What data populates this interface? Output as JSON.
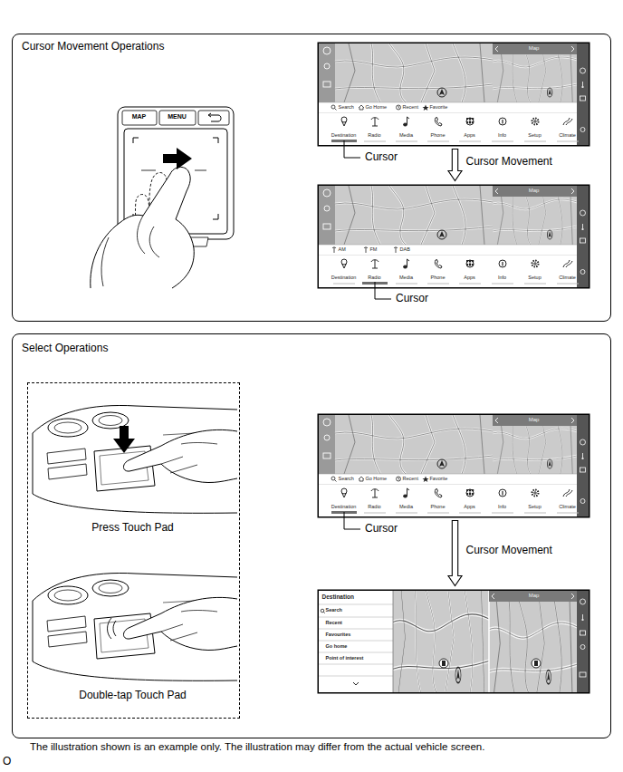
{
  "diagram": {
    "caption": "The illustration shown is an example only. The illustration may differ from the actual vehicle screen.",
    "nodes": [
      {
        "text": [
          "Cursor Movement Operations"
        ]
      },
      {
        "text": [
          "MAP",
          "MENU"
        ],
        "in": 0
      },
      {
        "text": [
          "Search",
          "Go Home",
          "Recent",
          "Favorite",
          "Destination",
          "Radio",
          "Media",
          "Phone",
          "Apps",
          "Info",
          "Setup",
          "Climate",
          "Map"
        ],
        "in": 0
      },
      {
        "text": [
          "AM",
          "FM",
          "DAB",
          "Destination",
          "Radio",
          "Media",
          "Phone",
          "Apps",
          "Info",
          "Setup",
          "Climate",
          "Map"
        ],
        "in": 0
      },
      {
        "text": [
          "Select Operations"
        ]
      },
      {
        "text": [
          "Press Touch Pad",
          "Double-tap Touch Pad"
        ],
        "in": 4
      },
      {
        "text": [
          "Search",
          "Go Home",
          "Recent",
          "Favorite",
          "Destination",
          "Radio",
          "Media",
          "Phone",
          "Apps",
          "Info",
          "Setup",
          "Climate",
          "Map"
        ],
        "in": 4
      },
      {
        "text": [
          "Destination",
          "Search",
          "Recent",
          "Favourites",
          "Go home",
          "Point of interest",
          "Map"
        ],
        "in": 4
      }
    ],
    "edges": [
      {
        "from": 2,
        "to": 3,
        "arrow": "to",
        "label": "Cursor Movement"
      },
      {
        "from": 6,
        "to": 7,
        "arrow": "to",
        "label": "Cursor Movement"
      }
    ],
    "labels": [
      "Cursor",
      "Cursor",
      "Cursor",
      "O"
    ]
  }
}
